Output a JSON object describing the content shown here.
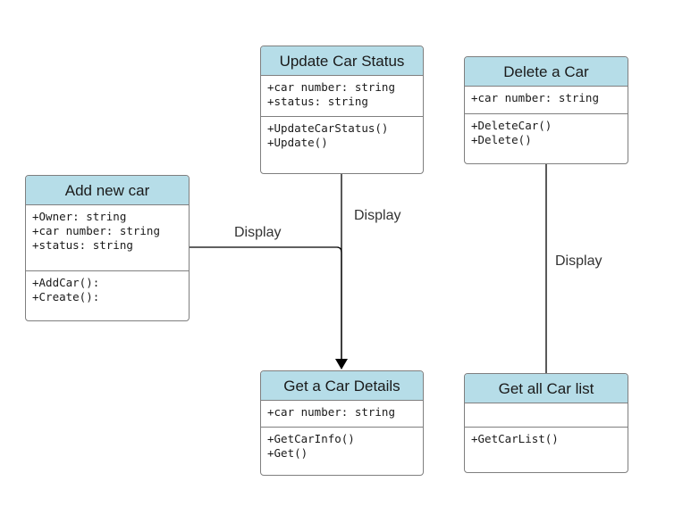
{
  "classes": {
    "update_car_status": {
      "name": "Update Car Status",
      "attributes": [
        "+car number: string",
        "+status: string"
      ],
      "methods": [
        "+UpdateCarStatus()",
        "+Update()"
      ]
    },
    "delete_a_car": {
      "name": "Delete a Car",
      "attributes": [
        "+car number: string"
      ],
      "methods": [
        "+DeleteCar()",
        "+Delete()"
      ]
    },
    "add_new_car": {
      "name": "Add new car",
      "attributes": [
        "+Owner: string",
        "+car number: string",
        "+status: string"
      ],
      "methods": [
        "+AddCar():",
        "+Create():"
      ]
    },
    "get_a_car_details": {
      "name": "Get a Car Details",
      "attributes": [
        "+car number: string"
      ],
      "methods": [
        "+GetCarInfo()",
        "+Get()"
      ]
    },
    "get_all_car_list": {
      "name": "Get all Car list",
      "attributes": [],
      "methods": [
        "+GetCarList()"
      ]
    }
  },
  "edges": {
    "add_to_get_label": "Display",
    "update_to_get_label": "Display",
    "delete_to_list_label": "Display"
  },
  "colors": {
    "header_fill": "#b6dde8",
    "border": "#7f7f7f",
    "connector": "#000000"
  }
}
